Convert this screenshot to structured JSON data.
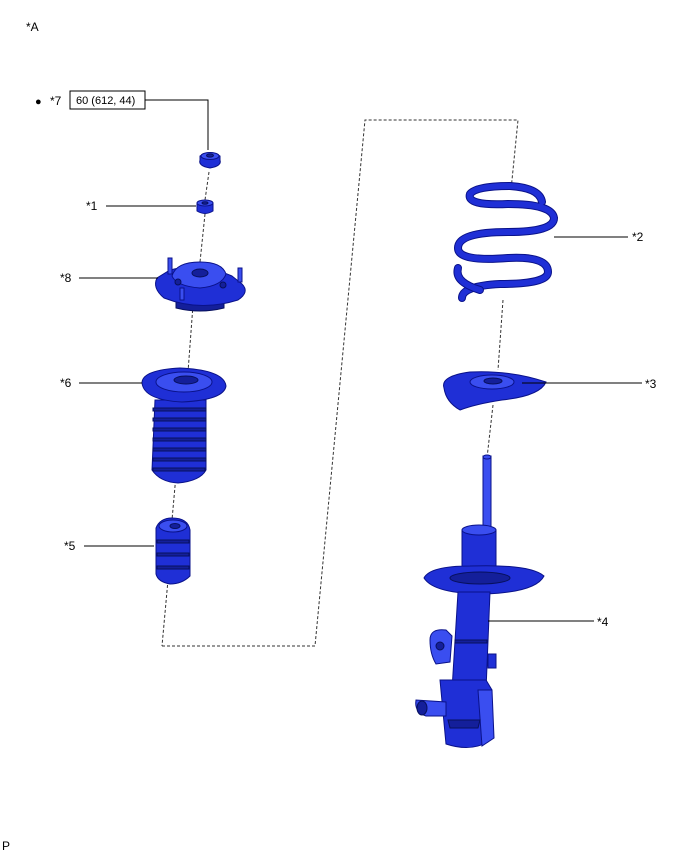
{
  "view_label": "*A",
  "bullet": "●",
  "torque_spec": "60 (612, 44)",
  "corner_label": "P",
  "callouts": {
    "c1": "*1",
    "c2": "*2",
    "c3": "*3",
    "c4": "*4",
    "c5": "*5",
    "c6": "*6",
    "c7": "*7",
    "c8": "*8"
  },
  "colors": {
    "part_fill": "#1f2fd6",
    "part_outline": "#0a128a"
  }
}
